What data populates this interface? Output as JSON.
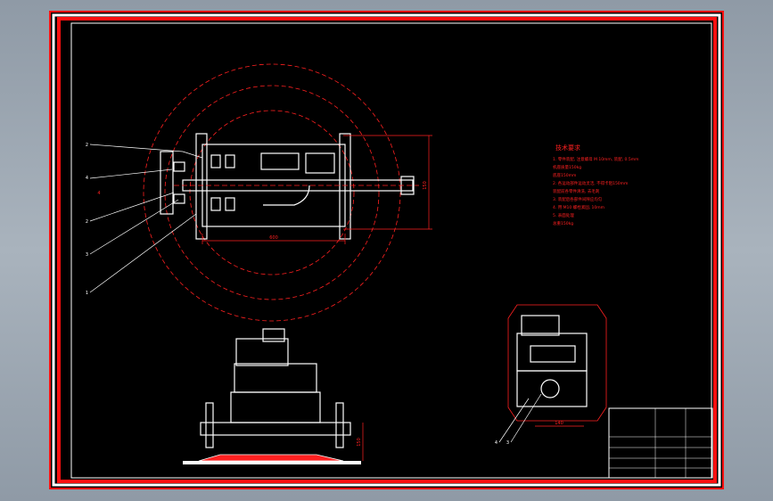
{
  "drawing": {
    "background_color": "#000000",
    "border_outer_color": "#ff1010",
    "border_inner_color": "#ffffff",
    "line_color": "#ffffff",
    "red_color": "#ff2020",
    "view_titles": {
      "front": "",
      "side": "",
      "detail": ""
    },
    "balloon_labels": [
      "2",
      "4",
      "4",
      "2",
      "3",
      "1"
    ],
    "detail_balloons": [
      "4",
      "3"
    ],
    "dimensions": {
      "plan_length": "600",
      "plan_height": "150",
      "section_height": "150",
      "detail_width": "140"
    },
    "tech_requirements": {
      "heading": "技术要求",
      "lines": [
        "1. 零件装配, 注意螺母 M 10mm, 装配, 0.5mm",
        "机座质量150kg",
        "底座150mm",
        "2. 各运动部件运动灵活, 不得卡阻150mm",
        "装配前各零件清洗, 去毛刺",
        "3. 装配后各部件间隙应均匀",
        "4. 用 M10 螺栓紧固, 10mm",
        "5. 表面处理",
        "总重150kg"
      ]
    },
    "title_block": {
      "cells": [
        "",
        "",
        "",
        "",
        "",
        ""
      ]
    }
  }
}
